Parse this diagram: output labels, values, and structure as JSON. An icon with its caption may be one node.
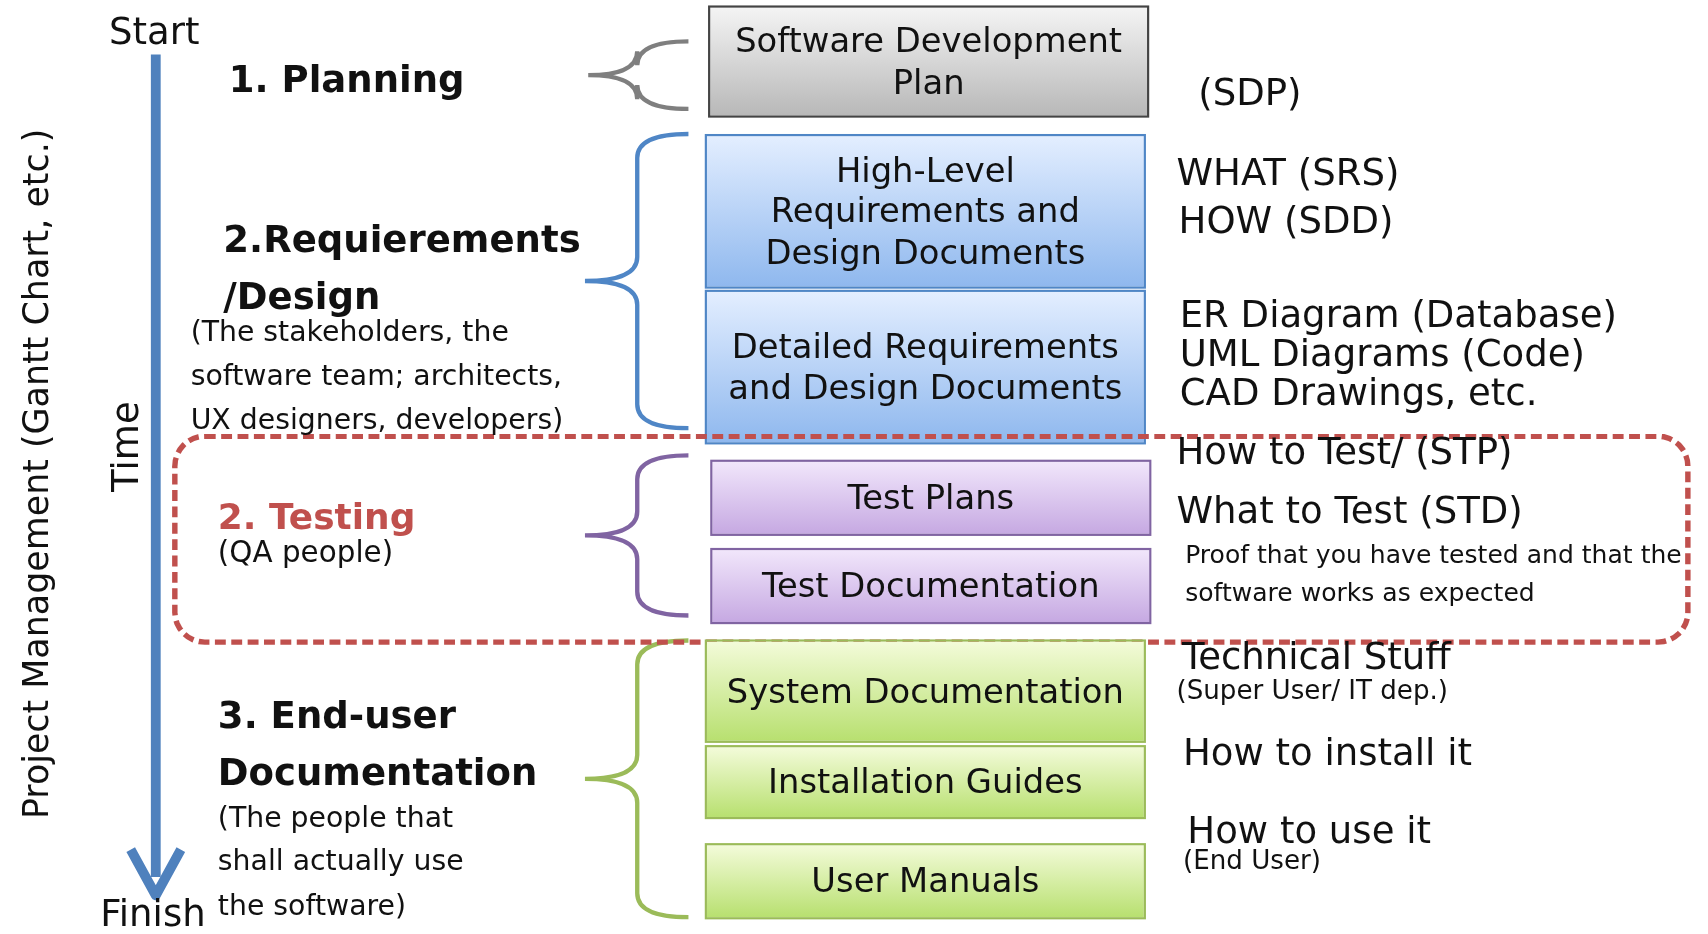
{
  "diagram": {
    "nodes": [
      {
        "text": [
          "Software Development Plan"
        ],
        "beside": [
          "(SDP)"
        ]
      },
      {
        "text": [
          "High-Level Requirements and Design Documents"
        ],
        "beside": [
          "WHAT (SRS)",
          "HOW (SDD)"
        ]
      },
      {
        "text": [
          "Detailed Requirements and Design Documents"
        ],
        "beside": [
          "ER Diagram (Database)",
          "UML Diagrams (Code)",
          "CAD Drawings, etc."
        ]
      },
      {
        "text": [
          "2. Testing",
          "(QA people)"
        ]
      },
      {
        "text": [
          "Test Plans"
        ],
        "in": 3,
        "beside": [
          "How to Test/ (STP)",
          "What to Test (STD)"
        ]
      },
      {
        "text": [
          "Test Documentation"
        ],
        "in": 3,
        "beside": [
          "Proof that you have tested and that the software works as expected"
        ]
      },
      {
        "text": [
          "System Documentation"
        ],
        "beside": [
          "Technical Stuff",
          "(Super User/ IT dep.)"
        ]
      },
      {
        "text": [
          "Installation Guides"
        ],
        "beside": [
          "How to install it"
        ]
      },
      {
        "text": [
          "User Manuals"
        ],
        "beside": [
          "How to use it",
          "(End User)"
        ]
      }
    ],
    "edges": [],
    "labels": [
      "Start",
      "Project Management (Gantt Chart, etc.)",
      "Time",
      "Finish",
      "1. Planning",
      "2.Requierements /Design",
      "(The stakeholders, the software team; architects, UX designers, developers)",
      "3. End-user Documentation",
      "(The people that shall actually use the software)"
    ]
  }
}
